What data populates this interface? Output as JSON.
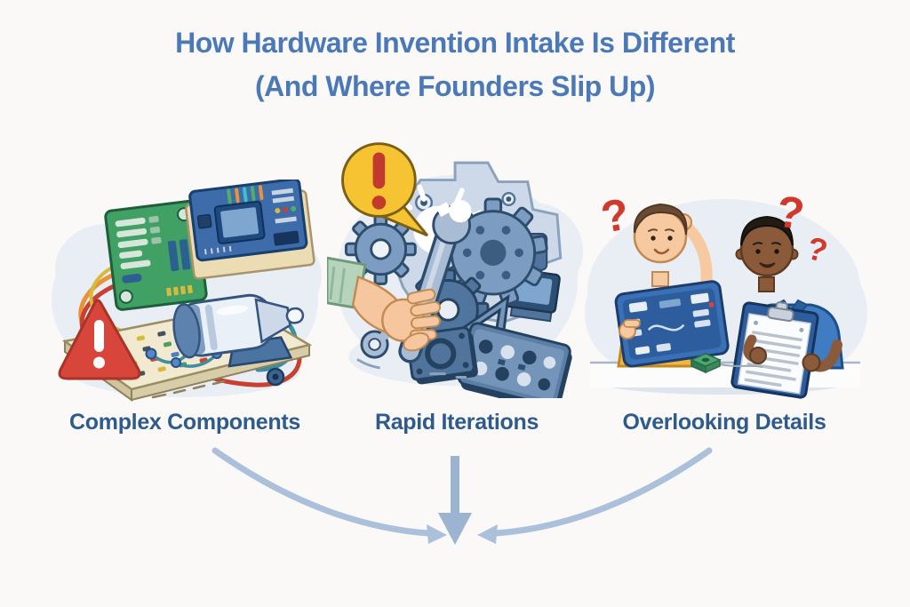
{
  "title": {
    "line1": "How Hardware Invention Intake Is Different",
    "line2": "(And Where Founders Slip Up)"
  },
  "panels": [
    {
      "label": "Complex Components",
      "icons": [
        "warning-triangle-icon",
        "green-circuit-board-icon",
        "microcontroller-board-icon",
        "electric-motor-icon",
        "breadboard-icon",
        "jumper-wires-icon"
      ]
    },
    {
      "label": "Rapid Iterations",
      "icons": [
        "alert-speech-bubble-icon",
        "gear-icon",
        "wrench-in-hand-icon",
        "machine-housing-icon",
        "keypad-panel-icon",
        "square-plate-icon",
        "triangle-bracket-icon"
      ]
    },
    {
      "label": "Overlooking Details",
      "question_mark": "?",
      "icons": [
        "question-mark-icon",
        "founder-with-circuit-board-icon",
        "reviewer-with-clipboard-icon",
        "small-green-component-icon"
      ]
    }
  ],
  "colors": {
    "background": "#faf9f7",
    "title_text": "#4b79b7",
    "label_text": "#2e5b8c",
    "arrow": "#a9bfd9",
    "alert_red": "#d0402f",
    "bubble_yellow": "#f6c433",
    "scene_blob": "#e9eef5"
  }
}
